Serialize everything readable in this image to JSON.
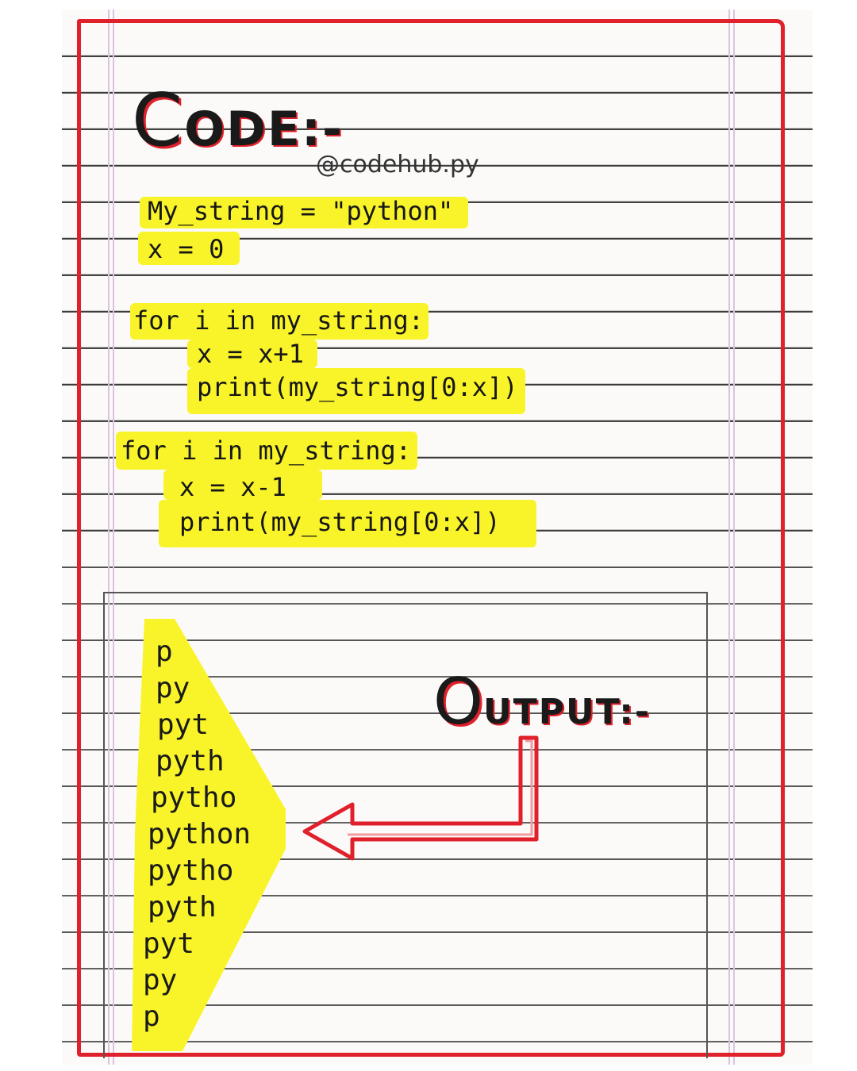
{
  "page": {
    "title_initial": "C",
    "title_rest": "ODE:-",
    "handle": "@codehub.py"
  },
  "code": {
    "line1": "My_string = \"python\"",
    "line2": "x = 0",
    "loop1_header": "for i in my_string:",
    "loop1_body1": "x = x+1",
    "loop1_body2": "print(my_string[0:x])",
    "loop2_header": "for i in my_string:",
    "loop2_body1": "x = x-1",
    "loop2_body2": "print(my_string[0:x])"
  },
  "output": {
    "title_initial": "O",
    "title_rest": "UTPUT:-",
    "lines": [
      "p",
      "py",
      "pyt",
      "pyth",
      "pytho",
      "python",
      "pytho",
      "pyth",
      "pyt",
      "py",
      "p"
    ]
  },
  "colors": {
    "highlight": "#f9f42a",
    "frame_red": "#e0202a",
    "rule_line": "#3b3b3b"
  }
}
